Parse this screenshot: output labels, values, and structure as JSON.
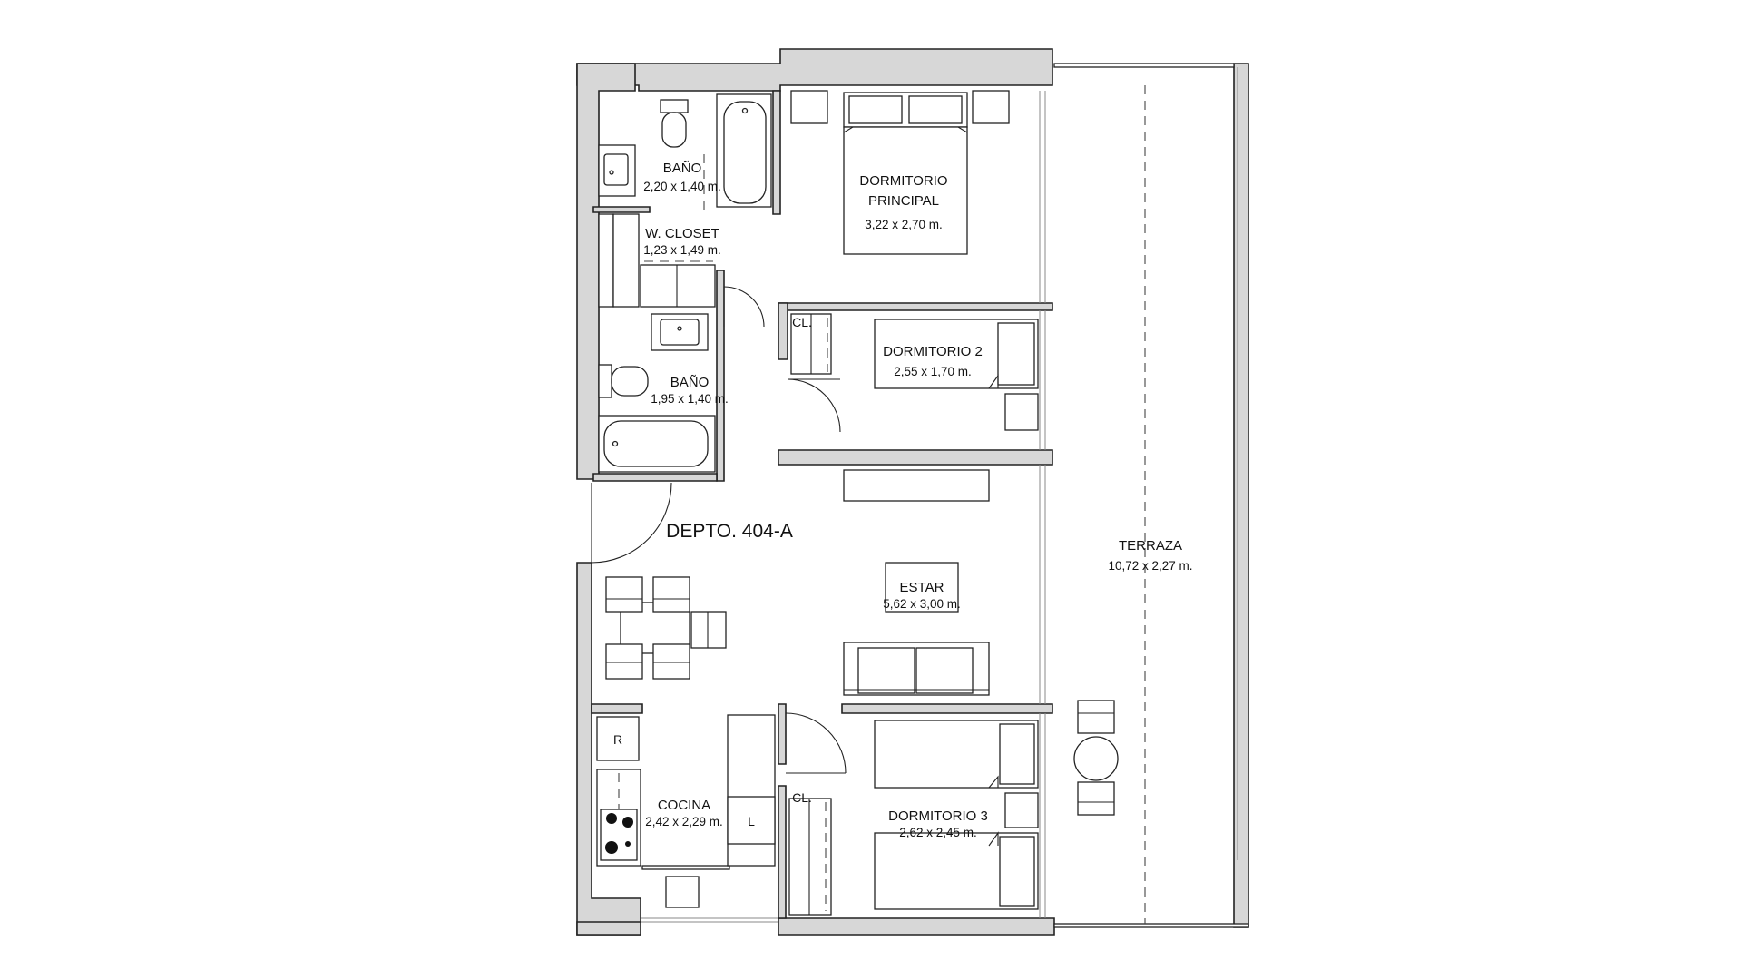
{
  "plan": {
    "unit_label": "DEPTO. 404-A",
    "rooms": {
      "bano_principal": {
        "name": "BAÑO",
        "dims": "2,20 x 1,40 m."
      },
      "walk_in_closet": {
        "name": "W. CLOSET",
        "dims": "1,23 x 1,49 m."
      },
      "bano_2": {
        "name": "BAÑO",
        "dims": "1,95 x 1,40 m."
      },
      "dormitorio_principal": {
        "name_line1": "DORMITORIO",
        "name_line2": "PRINCIPAL",
        "dims": "3,22 x 2,70 m."
      },
      "dormitorio_2": {
        "name": "DORMITORIO 2",
        "dims": "2,55 x 1,70 m."
      },
      "dormitorio_3": {
        "name": "DORMITORIO 3",
        "dims": "2,62 x 2,45 m."
      },
      "estar": {
        "name": "ESTAR",
        "dims": "5,62 x 3,00 m."
      },
      "cocina": {
        "name": "COCINA",
        "dims": "2,42 x 2,29 m."
      },
      "terraza": {
        "name": "TERRAZA",
        "dims": "10,72 x 2,27 m."
      }
    },
    "tags": {
      "closet_dorm_2": "CL.",
      "closet_dorm_3": "CL.",
      "refrigerator": "R",
      "washer": "L"
    }
  }
}
